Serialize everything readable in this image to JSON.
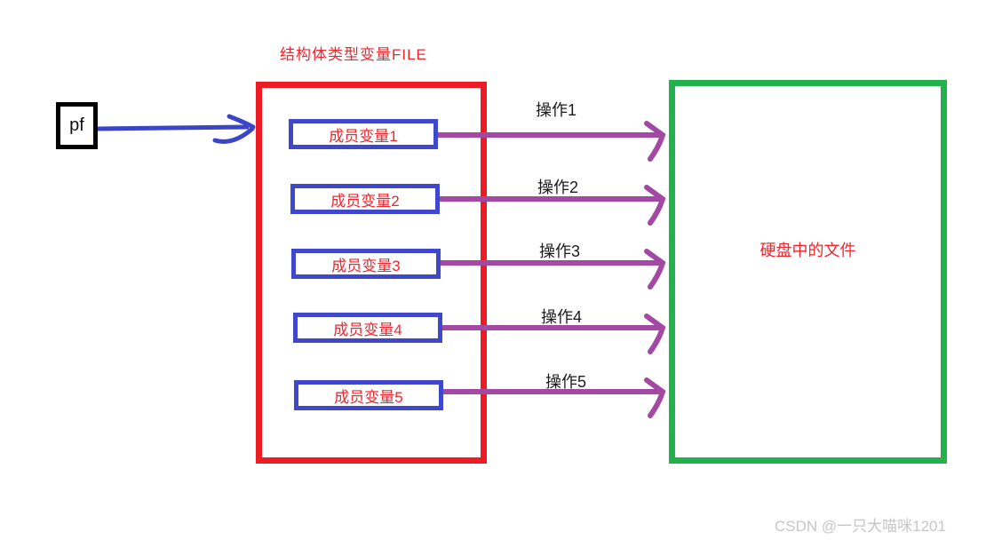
{
  "diagram": {
    "title": "结构体类型变量FILE",
    "pointer": {
      "label": "pf"
    },
    "struct_box": {
      "members": [
        "成员变量1",
        "成员变量2",
        "成员变量3",
        "成员变量4",
        "成员变量5"
      ]
    },
    "operations": [
      "操作1",
      "操作2",
      "操作3",
      "操作4",
      "操作5"
    ],
    "disk_box": {
      "label": "硬盘中的文件"
    },
    "watermark": "CSDN @一只大喵咪1201",
    "colors": {
      "struct_border_red": "#ed1c24",
      "member_border_blue": "#3f48cc",
      "pointer_arrow_blue": "#3a45c8",
      "operation_arrow_purple": "#a349a4",
      "disk_border_green": "#22b14c",
      "red_text": "#f0262f",
      "black_text": "#1b1b1b",
      "watermark_gray": "#c6c6c6"
    }
  }
}
